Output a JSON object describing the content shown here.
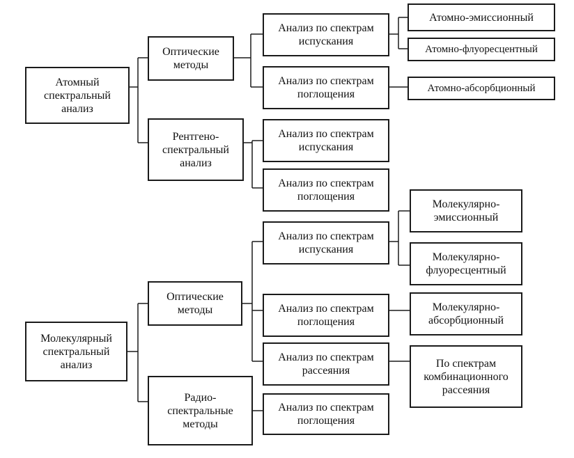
{
  "diagram": {
    "atomic": {
      "root": "Атомный\nспектральный\nанализ",
      "optical": "Оптические\nметоды",
      "xray": "Рентгено-\nспектральный\nанализ",
      "opt_emission": "Анализ по спектрам\nиспускания",
      "opt_absorption": "Анализ по спектрам\nпоглощения",
      "xray_emission": "Анализ по спектрам\nиспускания",
      "xray_absorption": "Анализ по спектрам\nпоглощения",
      "atomic_emission": "Атомно-эмиссионный",
      "atomic_fluorescent": "Атомно-флуоресцентный",
      "atomic_absorption": "Атомно-абсорбционный"
    },
    "molecular": {
      "root": "Молекулярный\nспектральный\nанализ",
      "optical": "Оптические\nметоды",
      "radio": "Радио-\nспектральные\nметоды",
      "opt_emission": "Анализ по спектрам\nиспускания",
      "opt_absorption": "Анализ по спектрам\nпоглощения",
      "opt_scattering": "Анализ по спектрам\nрассеяния",
      "radio_absorption": "Анализ по спектрам\nпоглощения",
      "mol_emission": "Молекулярно-\nэмиссионный",
      "mol_fluorescent": "Молекулярно-\nфлуоресцентный",
      "mol_absorption": "Молекулярно-\nабсорбционный",
      "raman": "По спектрам\nкомбинационного\nрассеяния"
    }
  }
}
